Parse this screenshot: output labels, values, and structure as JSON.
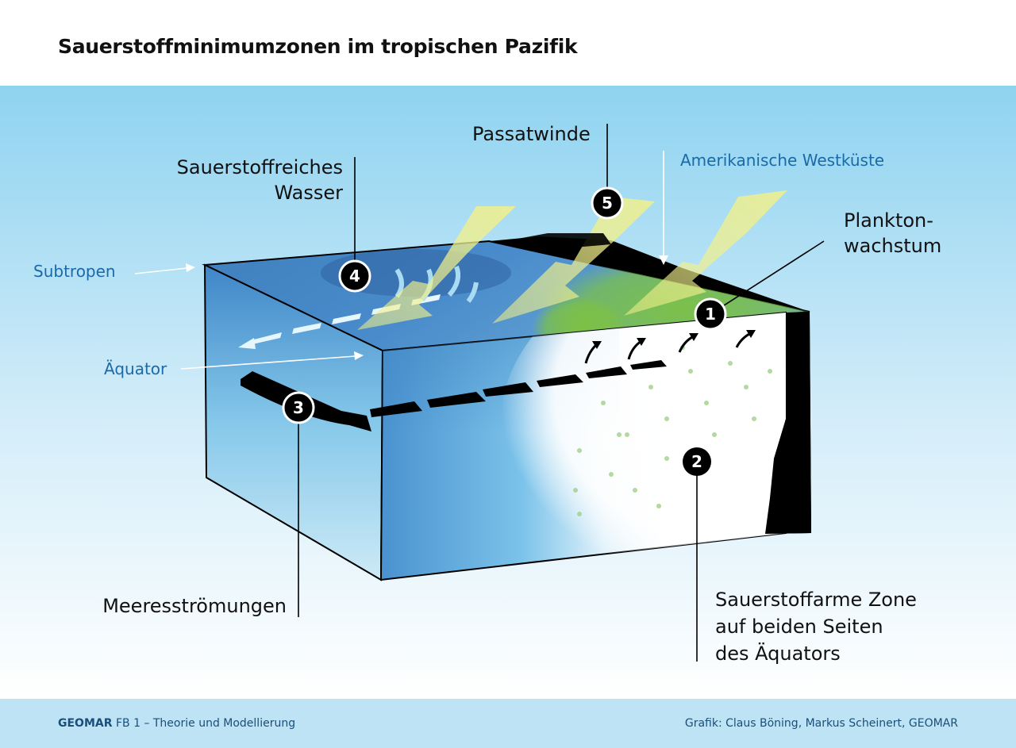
{
  "header": {
    "title": "Sauerstoffminimumzonen im tropischen Pazifik"
  },
  "labels": {
    "passatwinde": "Passatwinde",
    "sauerstoffreiches_1": "Sauerstoffreiches",
    "sauerstoffreiches_2": "Wasser",
    "amerikanische_westkueste": "Amerikanische Westküste",
    "plankton_1": "Plankton-",
    "plankton_2": "wachstum",
    "subtropen": "Subtropen",
    "aequator": "Äquator",
    "meeresstroemungen": "Meeresströmungen",
    "zone_1": "Sauerstoffarme Zone",
    "zone_2": "auf beiden Seiten",
    "zone_3": "des Äquators"
  },
  "markers": [
    "1",
    "2",
    "3",
    "4",
    "5"
  ],
  "footer": {
    "org": "GEOMAR",
    "department": " FB 1 – Theorie und Modellierung",
    "credit": "Grafik: Claus Böning, Markus Scheinert, GEOMAR"
  },
  "colors": {
    "sky_top": "#8fd3f0",
    "ocean_deep": "#3a86c8",
    "oxygen_poor": "#ffffff",
    "plankton": "#7dc242",
    "wind": "#f2f08a",
    "current": "#000000",
    "label_blue": "#1a6aa8"
  }
}
